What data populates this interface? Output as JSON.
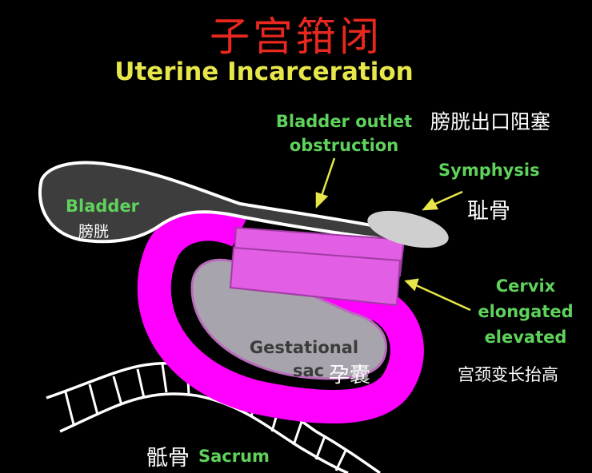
{
  "title_cn": "子宫箝闭",
  "title_en": "Uterine Incarceration",
  "labels": {
    "bladder_outlet_line1": "Bladder outlet",
    "bladder_outlet_line2": "obstruction",
    "bladder_outlet_cn": "膀胱出口阻塞",
    "symphysis": "Symphysis",
    "symphysis_cn": "耻骨",
    "bladder": "Bladder",
    "bladder_cn": "膀胱",
    "cervix_line1": "Cervix",
    "cervix_line2": "elongated",
    "cervix_line3": "elevated",
    "cervix_cn": "宫颈变长抬高",
    "gestational_line1": "Gestational",
    "gestational_line2": "sac",
    "gestational_cn": "孕囊",
    "sacrum_cn": "骶骨",
    "sacrum": "Sacrum"
  },
  "colors": {
    "background": "#000000",
    "title_cn": "#e8281e",
    "title_en": "#e7e64a",
    "green_label": "#5fd25c",
    "bladder_fill": "#3d3d3d",
    "uterus": "#ff00ff",
    "cervix": "#e25ee4",
    "sac_fill": "#a8a4ad",
    "outline": "#ffffff"
  }
}
